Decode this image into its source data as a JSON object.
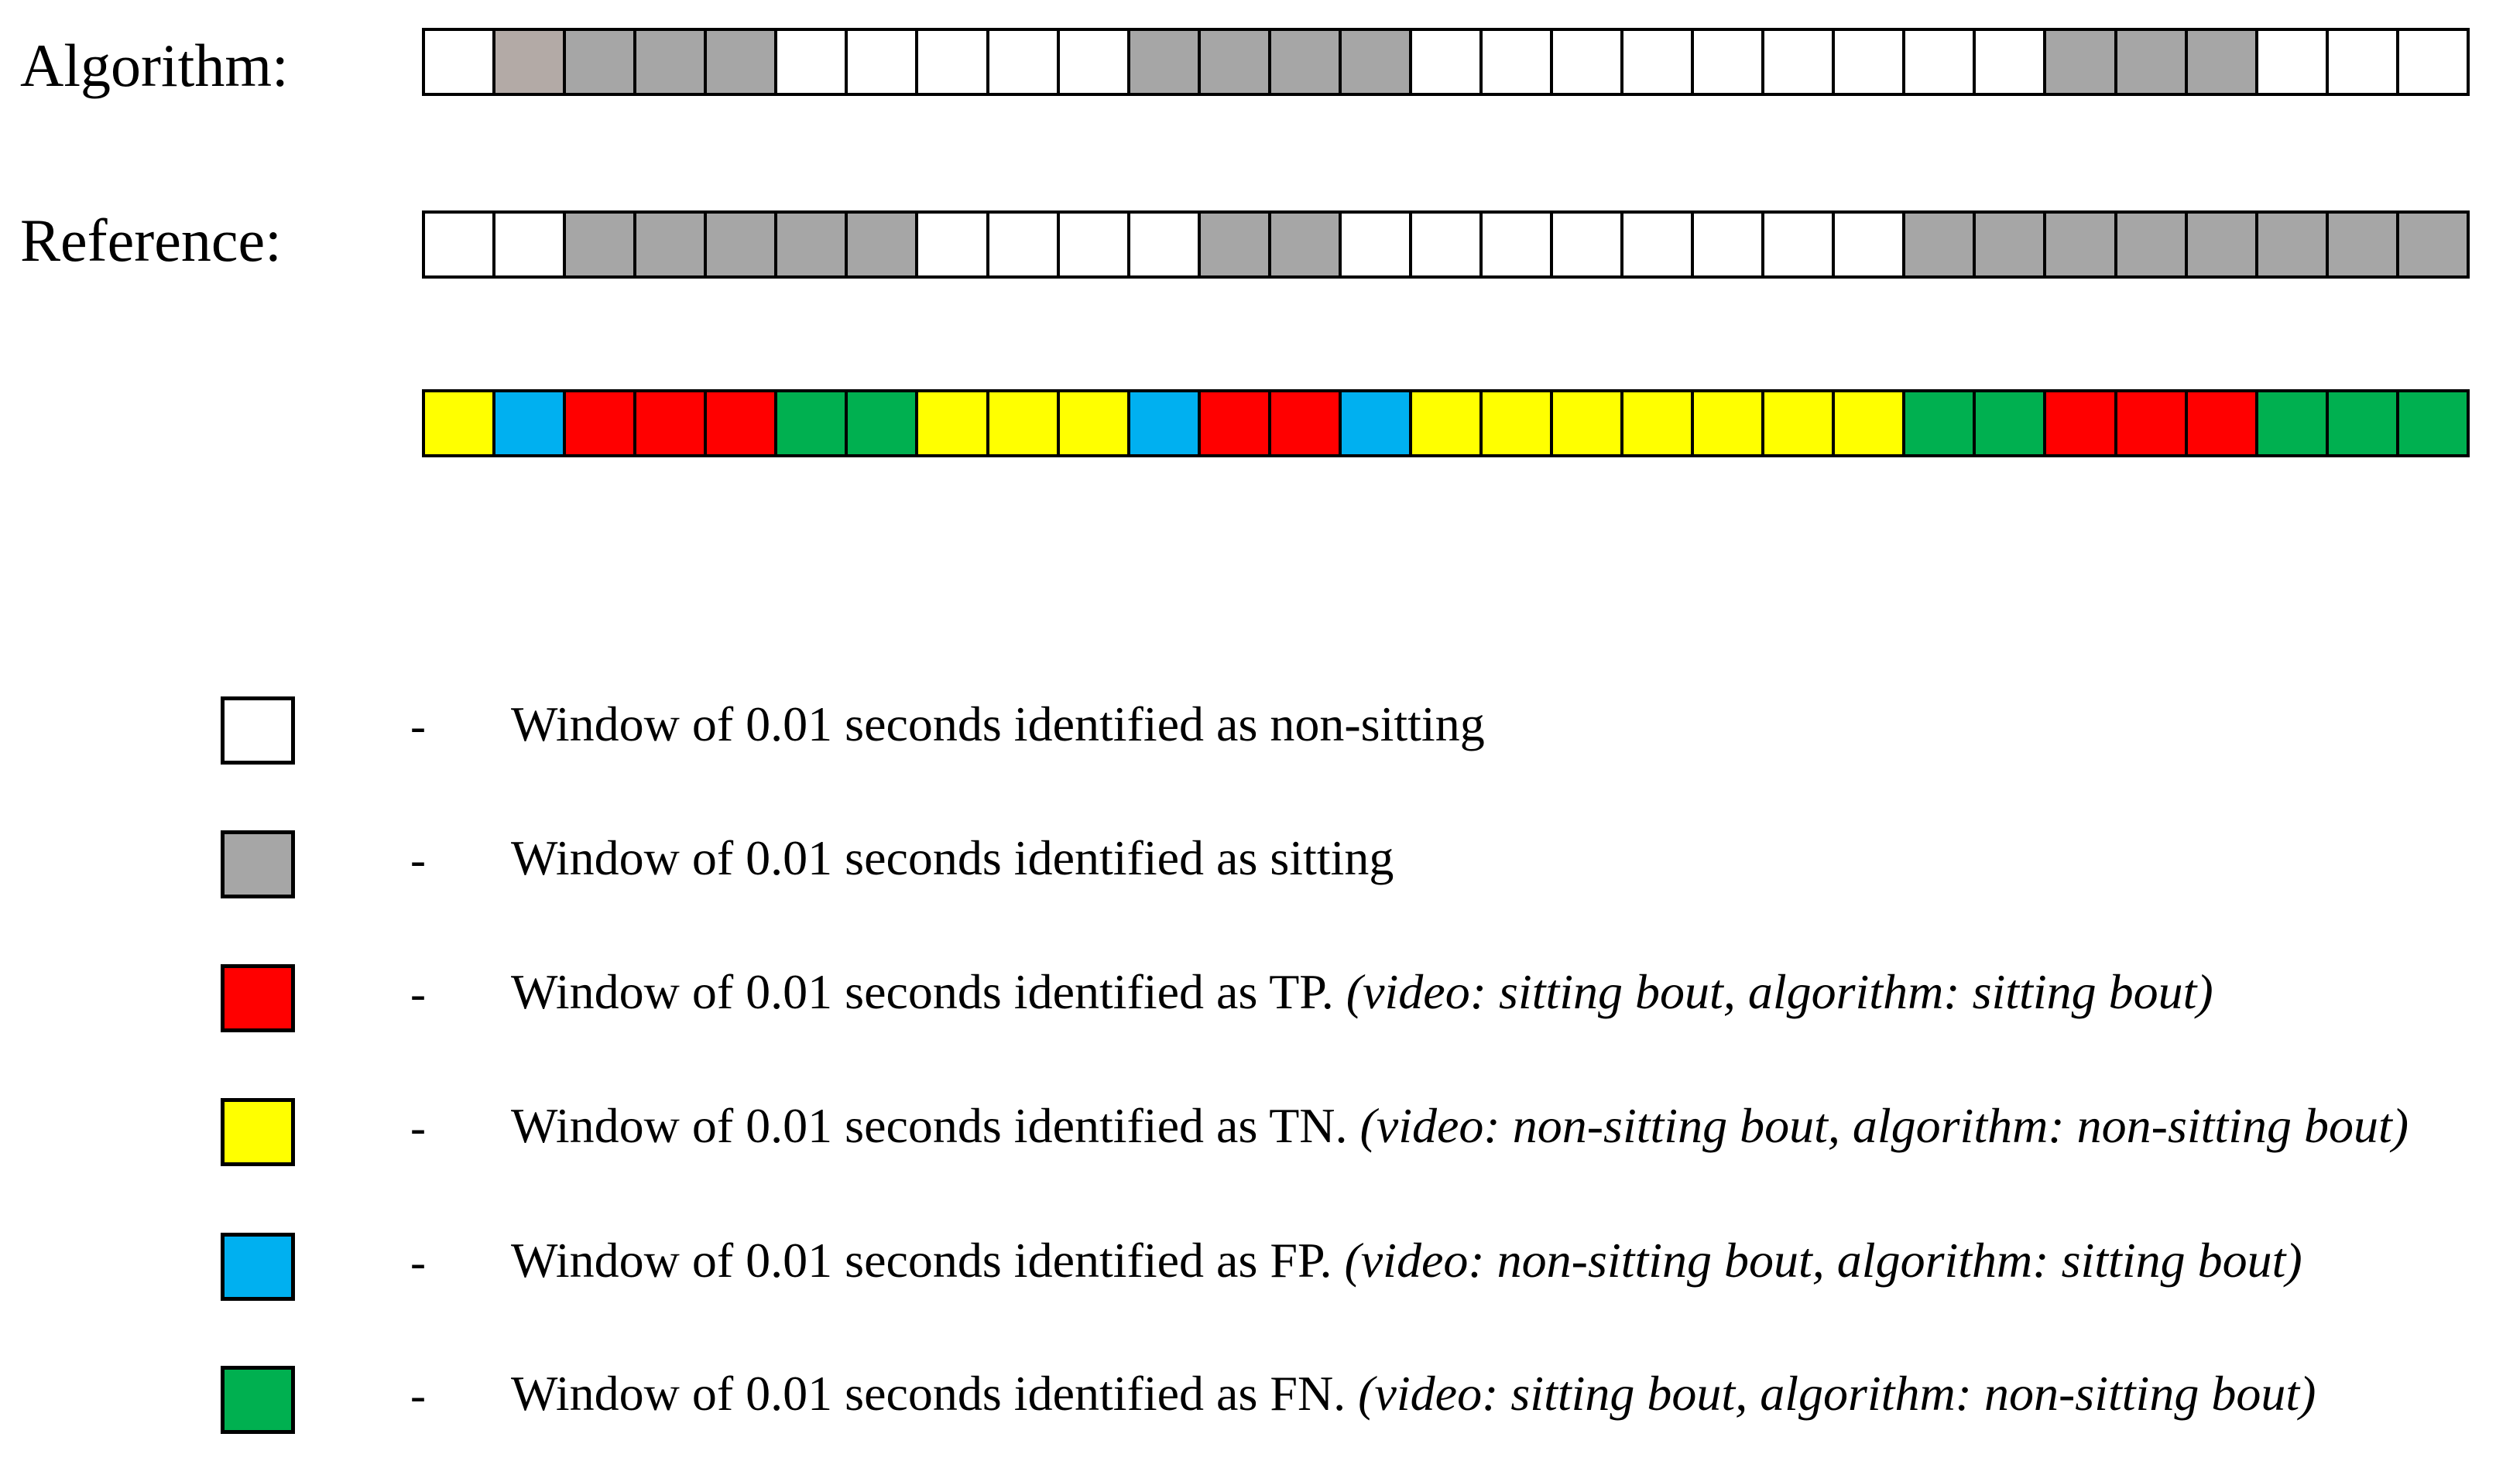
{
  "labels": {
    "algorithm": "Algorithm:",
    "reference": "Reference:"
  },
  "states": {
    "non_sitting": "#ffffff",
    "sitting": "#a6a6a6",
    "sitting_first": "#b3aaa6"
  },
  "outcome_colors": {
    "TP": "#ff0000",
    "TN": "#ffff00",
    "FP": "#00b0f0",
    "FN": "#00b050"
  },
  "algorithm_row": [
    "sitting_first_skip",
    "S",
    "S",
    "S",
    "S",
    "N",
    "N",
    "N",
    "N",
    "N",
    "S",
    "S",
    "S",
    "S",
    "N",
    "N",
    "N",
    "N",
    "N",
    "N",
    "N",
    "N",
    "N",
    "S",
    "S",
    "S",
    "N",
    "N",
    "N"
  ],
  "reference_row": [
    "N",
    "N",
    "S",
    "S",
    "S",
    "S",
    "S",
    "N",
    "N",
    "N",
    "N",
    "S",
    "S",
    "N",
    "N",
    "N",
    "N",
    "N",
    "N",
    "N",
    "N",
    "S",
    "S",
    "S",
    "S",
    "S",
    "S",
    "S",
    "S"
  ],
  "result_row": [
    "TN",
    "FP",
    "TP",
    "TP",
    "TP",
    "FN",
    "FN",
    "TN",
    "TN",
    "TN",
    "FP",
    "TP",
    "TP",
    "FP",
    "TN",
    "TN",
    "TN",
    "TN",
    "TN",
    "TN",
    "TN",
    "FN",
    "FN",
    "TP",
    "TP",
    "TP",
    "FN",
    "FN",
    "FN"
  ],
  "legend": [
    {
      "swatch": "#ffffff",
      "dash": "-",
      "text": "Window of 0.01 seconds identified as non-sitting",
      "note": ""
    },
    {
      "swatch": "#a6a6a6",
      "dash": "-",
      "text": "Window of 0.01 seconds identified as sitting",
      "note": ""
    },
    {
      "swatch": "#ff0000",
      "dash": "-",
      "text": "Window of 0.01 seconds identified as TP.",
      "note": "(video: sitting bout, algorithm: sitting bout)"
    },
    {
      "swatch": "#ffff00",
      "dash": "-",
      "text": "Window of 0.01 seconds identified as TN.",
      "note": "(video: non-sitting bout, algorithm: non-sitting bout)"
    },
    {
      "swatch": "#00b0f0",
      "dash": "-",
      "text": "Window of 0.01 seconds identified as FP.",
      "note": "(video: non-sitting bout, algorithm: sitting bout)"
    },
    {
      "swatch": "#00b050",
      "dash": "-",
      "text": "Window of 0.01 seconds identified as FN.",
      "note": "(video: sitting bout, algorithm: non-sitting bout)"
    }
  ]
}
